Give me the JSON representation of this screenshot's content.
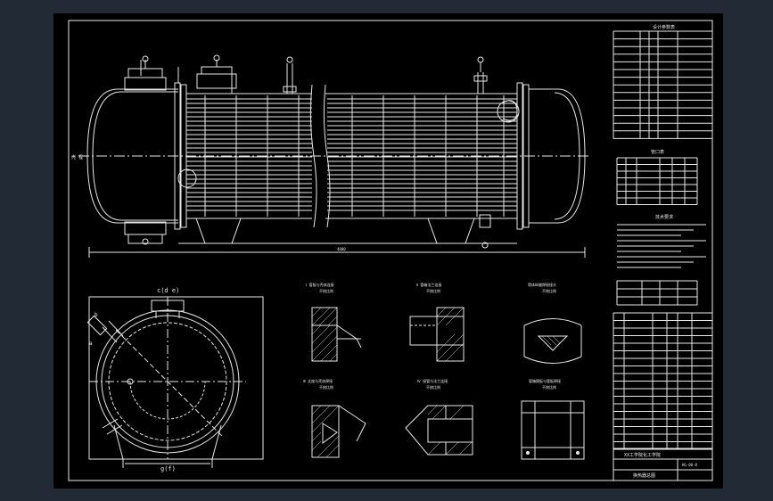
{
  "drawing": {
    "left_label": "壳 程",
    "section_top_label": "c(d e)",
    "section_bottom_label": "g(f)",
    "section_a_label": "a",
    "section_b_label": "b",
    "dim_total": "4800"
  },
  "details": [
    {
      "title": "Ⅰ 管板与壳体连接",
      "subtitle": "不按比例"
    },
    {
      "title": "Ⅱ 管箱法兰连接",
      "subtitle": "不按比例"
    },
    {
      "title": "筒体纵缝焊接接头",
      "subtitle": "不按比例"
    },
    {
      "title": "Ⅲ 支座与壳体焊接",
      "subtitle": "不按比例"
    },
    {
      "title": "Ⅳ 接管与法兰连接",
      "subtitle": "不按比例"
    },
    {
      "title": "管箱隔板与管板焊接",
      "subtitle": "不按比例"
    }
  ],
  "tables": {
    "specs_title": "设计参数表",
    "nozzles_title": "管口表",
    "tech_title": "技术要求",
    "parts_title": "明细表"
  },
  "title_block": {
    "school": "XX工学院化工学院",
    "drawing_no": "HG-00-0",
    "name": "换热器总图"
  },
  "colors": {
    "background": "#000000",
    "lines": "#e8e8e8",
    "outer": "#222a36"
  }
}
